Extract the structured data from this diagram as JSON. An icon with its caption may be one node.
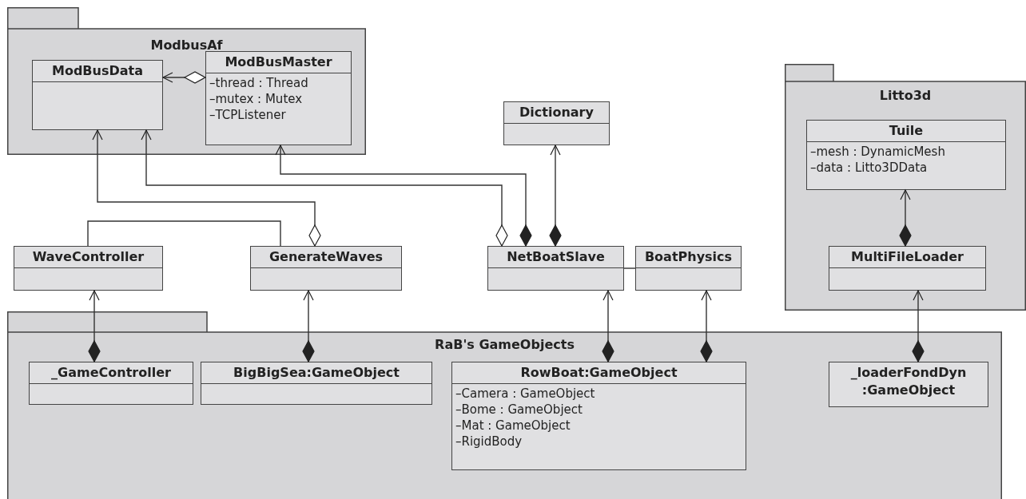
{
  "diagram": {
    "nodes": [
      {
        "text": [
          "ModbusAf"
        ]
      },
      {
        "text": [
          "ModBusData"
        ],
        "in": 0
      },
      {
        "text": [
          "ModBusMaster",
          "–thread : Thread",
          "–mutex : Mutex",
          "–TCPListener"
        ],
        "in": 0
      },
      {
        "text": [
          "Dictionary"
        ]
      },
      {
        "text": [
          "Litto3d"
        ]
      },
      {
        "text": [
          "Tuile",
          "–mesh : DynamicMesh",
          "–data : Litto3DData"
        ],
        "in": 4
      },
      {
        "text": [
          "MultiFileLoader"
        ],
        "in": 4
      },
      {
        "text": [
          "WaveController"
        ]
      },
      {
        "text": [
          "GenerateWaves"
        ]
      },
      {
        "text": [
          "NetBoatSlave"
        ]
      },
      {
        "text": [
          "BoatPhysics"
        ]
      },
      {
        "text": [
          "RaB's GameObjects"
        ]
      },
      {
        "text": [
          "_GameController"
        ],
        "in": 11
      },
      {
        "text": [
          "BigBigSea:GameObject"
        ],
        "in": 11
      },
      {
        "text": [
          "RowBoat:GameObject",
          "–Camera : GameObject",
          "–Bome : GameObject",
          "–Mat : GameObject",
          "–RigidBody"
        ],
        "in": 11
      },
      {
        "text": [
          "_loaderFondDyn :GameObject"
        ],
        "in": 11
      }
    ],
    "edges": [
      {
        "from": 2,
        "to": 1,
        "arrow": "to"
      },
      {
        "from": 8,
        "to": 1,
        "arrow": "to"
      },
      {
        "from": 9,
        "to": 1,
        "arrow": "to"
      },
      {
        "from": 9,
        "to": 2,
        "arrow": "to"
      },
      {
        "from": 9,
        "to": 3,
        "arrow": "to"
      },
      {
        "from": 7,
        "to": 8,
        "arrow": "none"
      },
      {
        "from": 9,
        "to": 10,
        "arrow": "none"
      },
      {
        "from": 6,
        "to": 5,
        "arrow": "to"
      },
      {
        "from": 12,
        "to": 7,
        "arrow": "to"
      },
      {
        "from": 13,
        "to": 8,
        "arrow": "to"
      },
      {
        "from": 14,
        "to": 9,
        "arrow": "to"
      },
      {
        "from": 14,
        "to": 10,
        "arrow": "to"
      },
      {
        "from": 15,
        "to": 6,
        "arrow": "to"
      }
    ]
  }
}
